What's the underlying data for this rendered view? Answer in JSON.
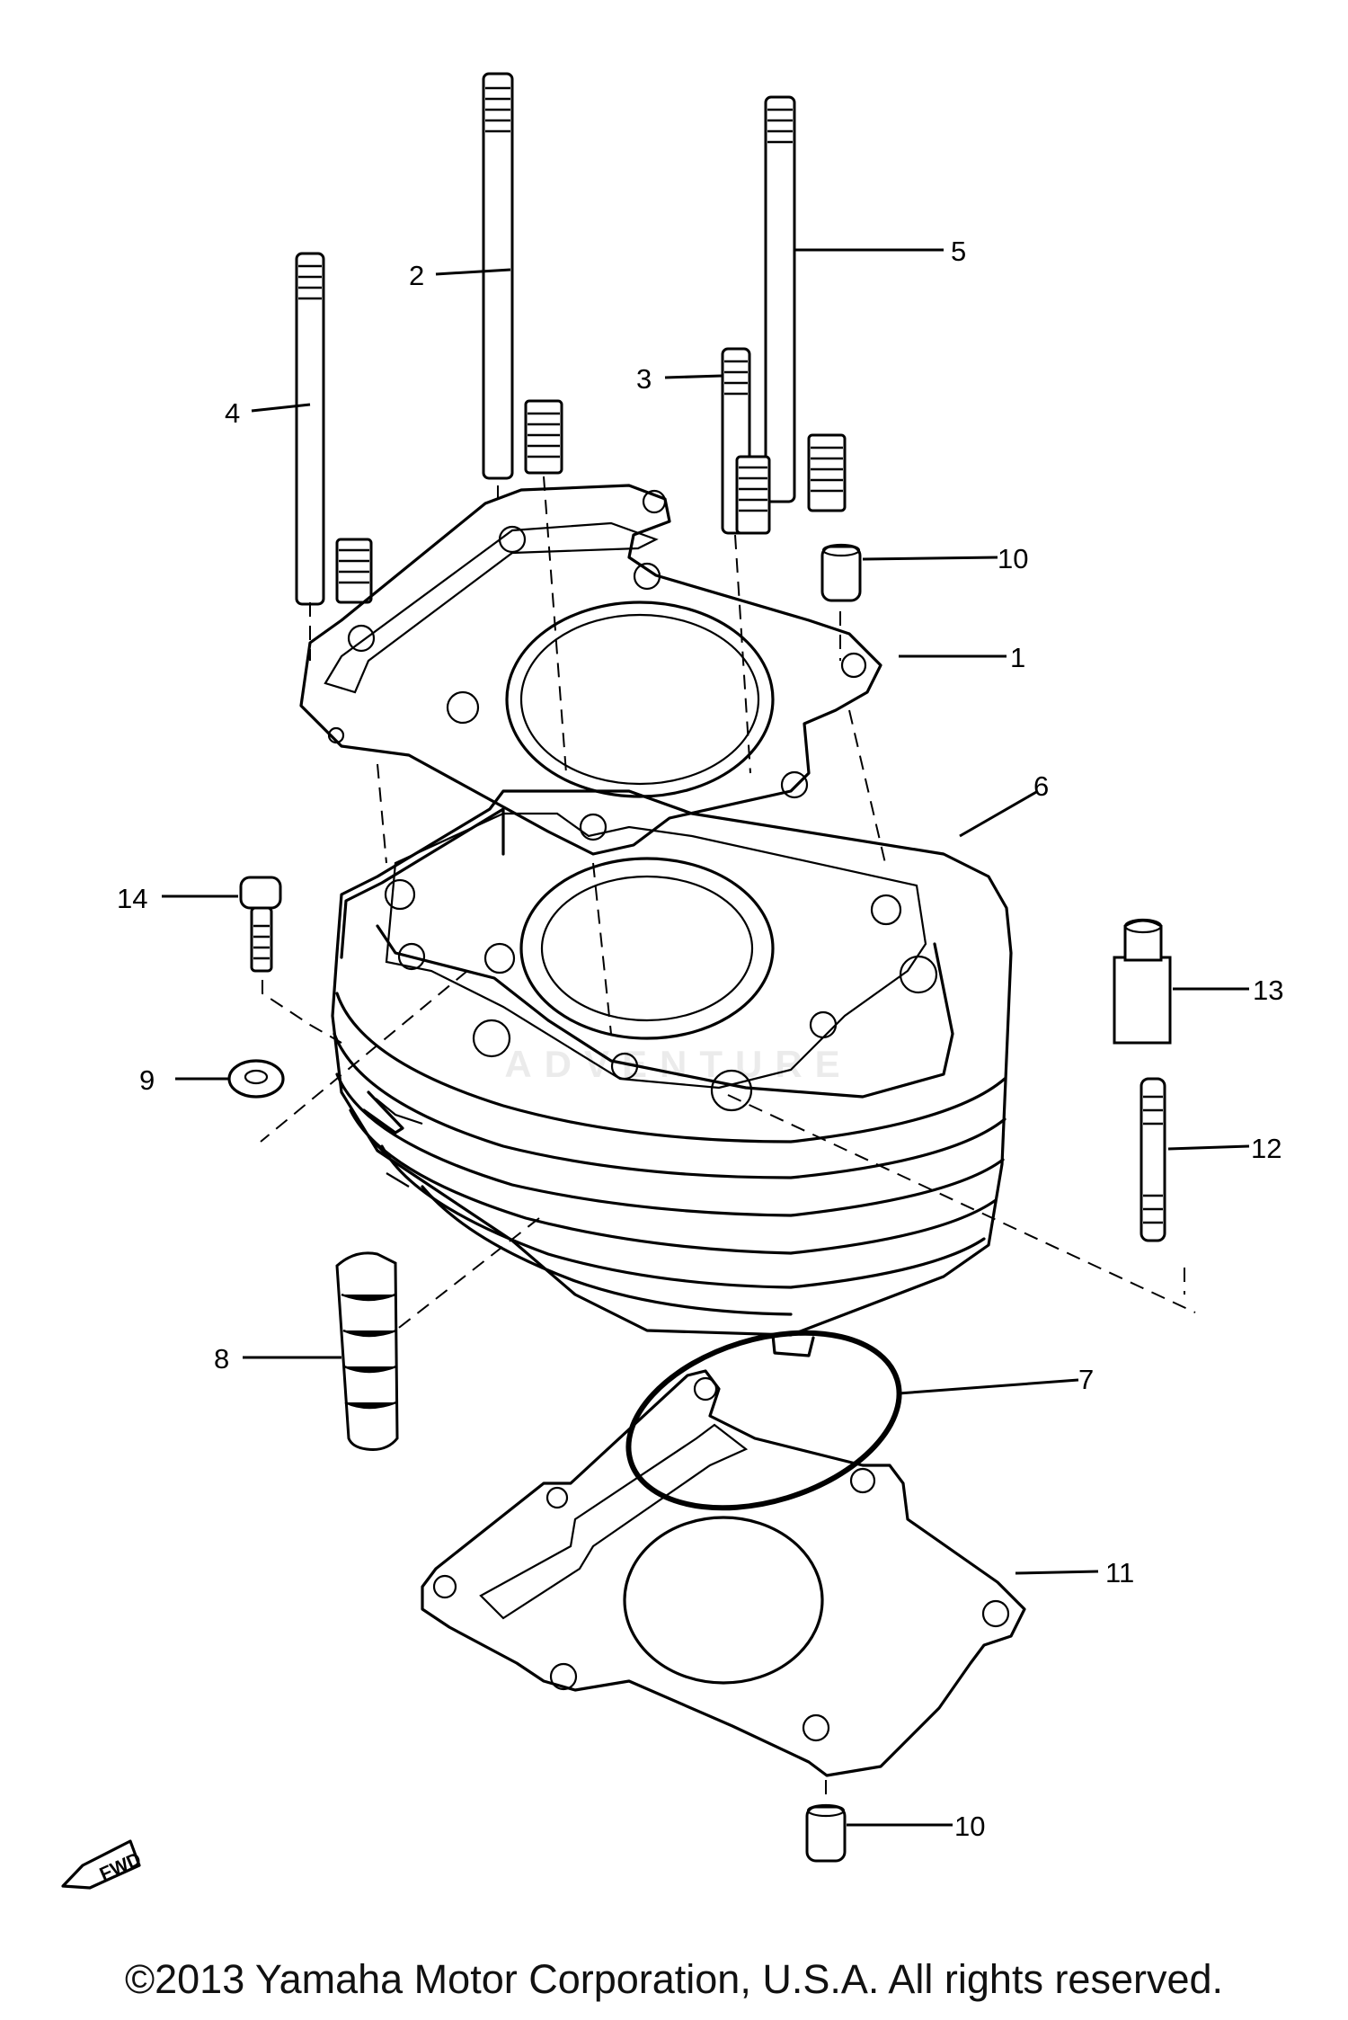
{
  "callouts": [
    {
      "id": "c1",
      "label": "1"
    },
    {
      "id": "c2",
      "label": "2"
    },
    {
      "id": "c3",
      "label": "3"
    },
    {
      "id": "c4",
      "label": "4"
    },
    {
      "id": "c5",
      "label": "5"
    },
    {
      "id": "c6",
      "label": "6"
    },
    {
      "id": "c7",
      "label": "7"
    },
    {
      "id": "c8",
      "label": "8"
    },
    {
      "id": "c9",
      "label": "9"
    },
    {
      "id": "c10a",
      "label": "10"
    },
    {
      "id": "c10b",
      "label": "10"
    },
    {
      "id": "c11",
      "label": "11"
    },
    {
      "id": "c12",
      "label": "12"
    },
    {
      "id": "c13",
      "label": "13"
    },
    {
      "id": "c14",
      "label": "14"
    }
  ],
  "fwd_label": "FWD",
  "watermark": "ADVENTURE",
  "copyright": "©2013 Yamaha Motor Corporation, U.S.A. All rights reserved."
}
